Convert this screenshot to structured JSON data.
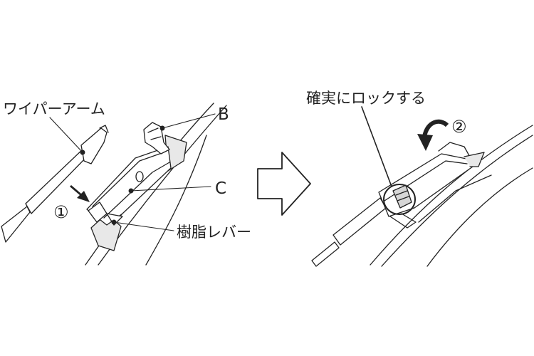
{
  "labels": {
    "wiper_arm": "ワイパーアーム",
    "b": "B",
    "c": "C",
    "resin_lever": "樹脂レバー",
    "lock_securely": "確実にロックする",
    "step1": "①",
    "step2": "②"
  },
  "colors": {
    "ink": "#222222",
    "shade": "#d6d6d6",
    "arrow_fill": "#ffffff"
  },
  "icons": [
    "right-arrow-icon",
    "curved-arrow-icon",
    "pointer-arrow-icon"
  ]
}
